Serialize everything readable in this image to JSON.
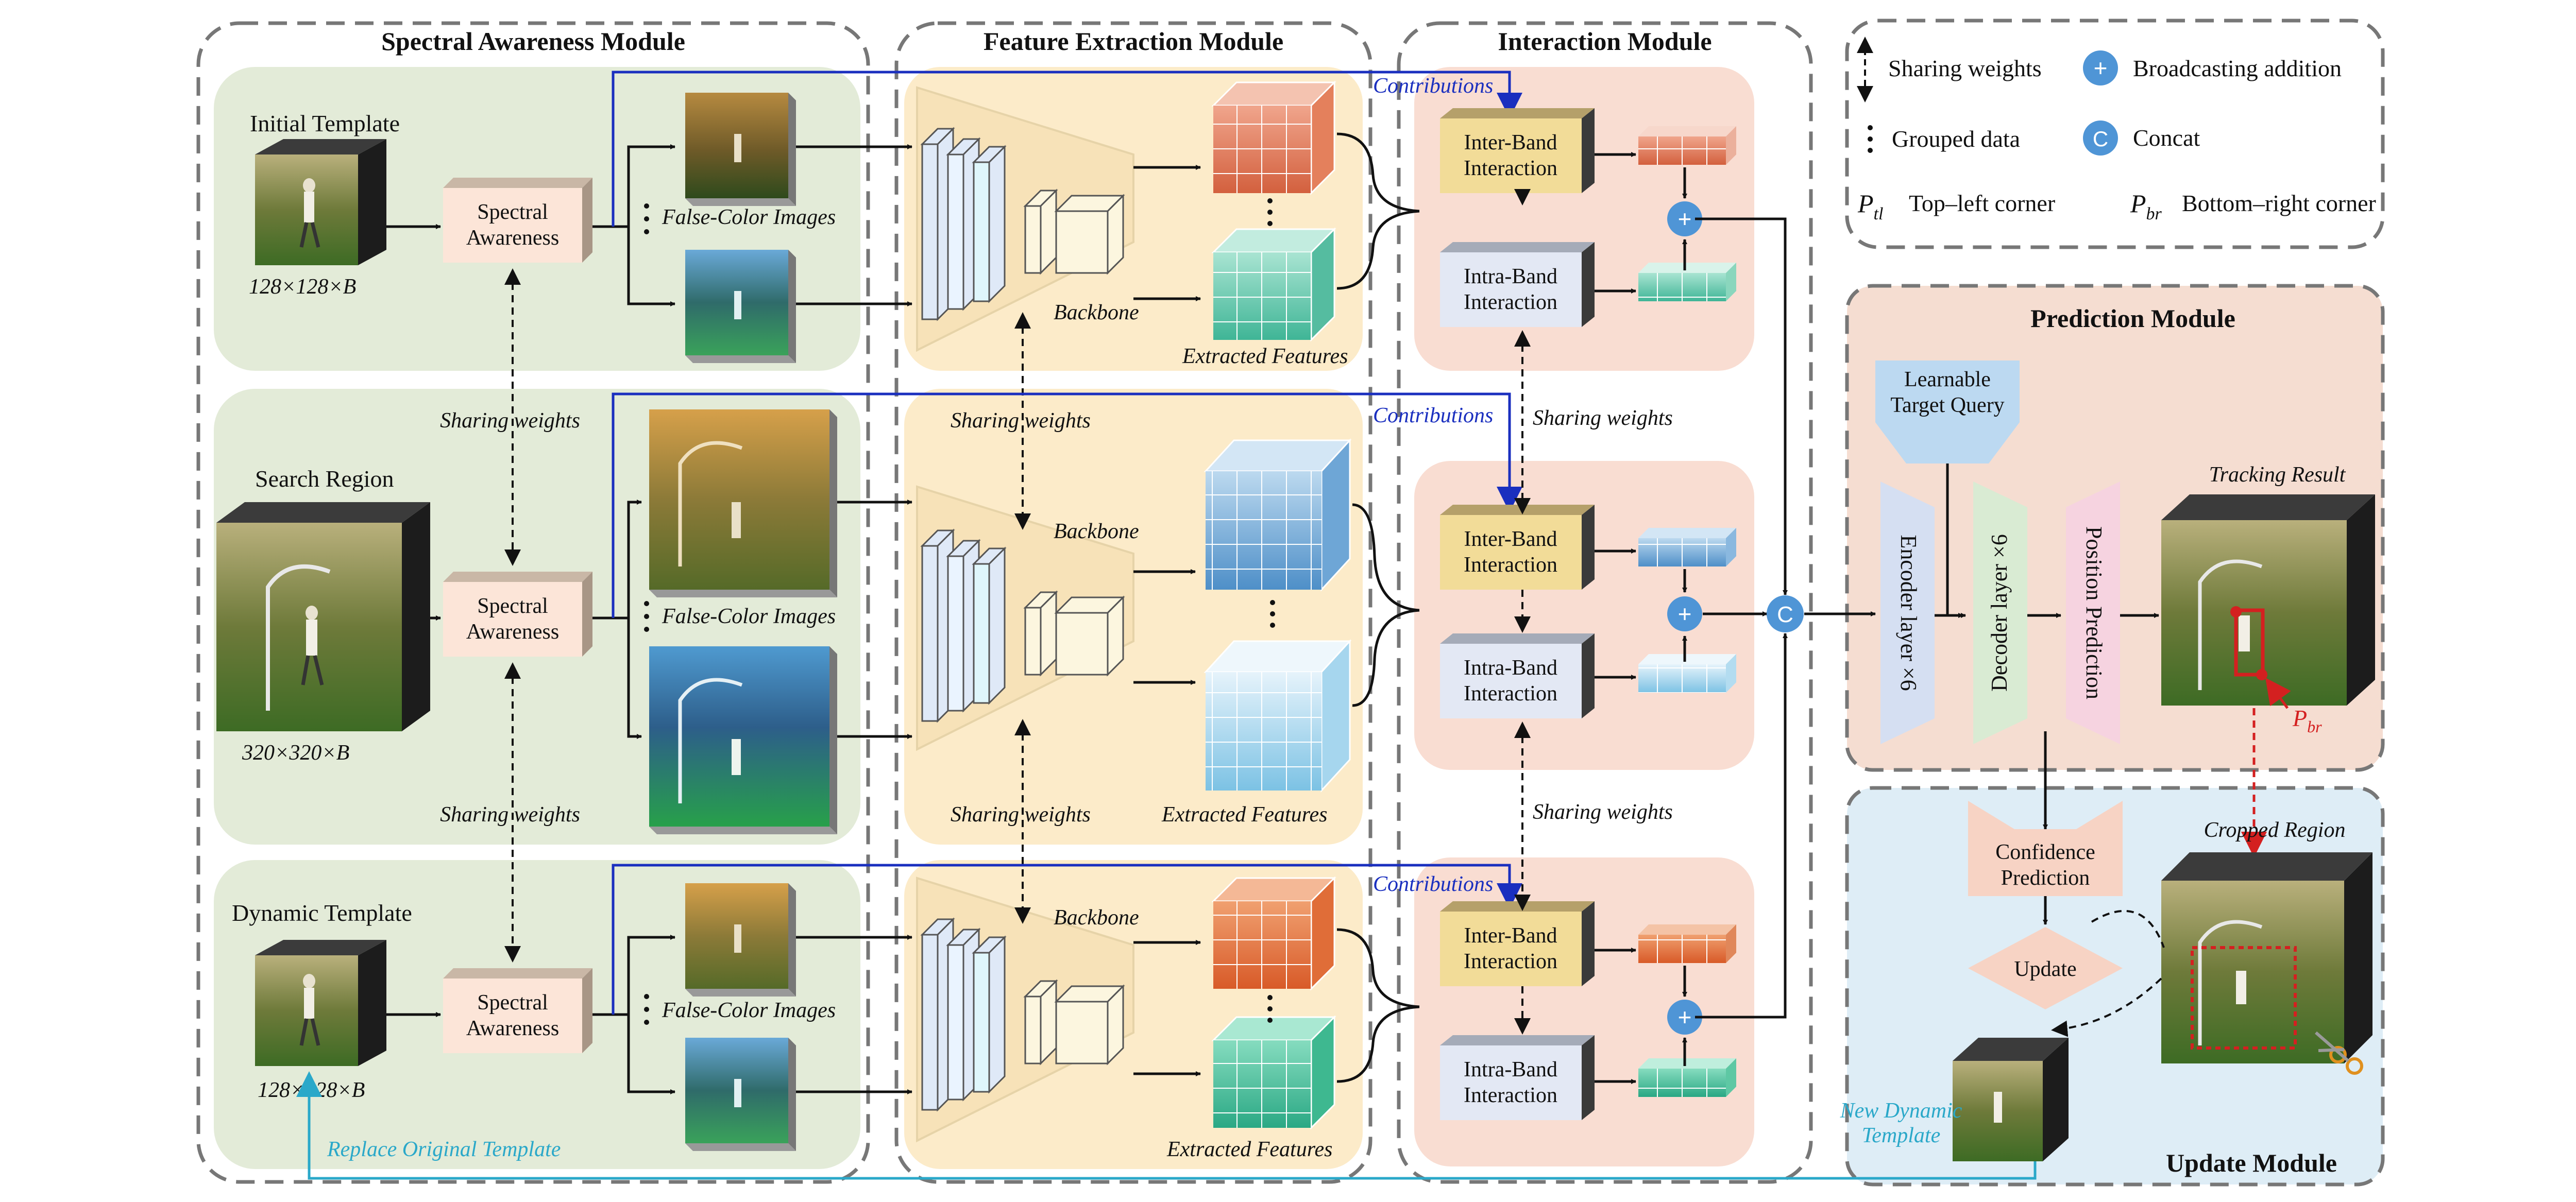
{
  "modules": {
    "spectral": "Spectral Awareness Module",
    "feature": "Feature Extraction Module",
    "interaction": "Interaction Module",
    "prediction": "Prediction Module",
    "update": "Update Module"
  },
  "legend": {
    "sharing": "Sharing weights",
    "broadcast": "Broadcasting addition",
    "grouped": "Grouped data",
    "concat": "Concat",
    "ptl_label": "Top–left corner",
    "pbr_label": "Bottom–right corner",
    "ptl_main": "P",
    "ptl_sub": "tl",
    "pbr_main": "P",
    "pbr_sub": "br",
    "plus": "+",
    "c": "C"
  },
  "inputs": {
    "initial": "Initial Template",
    "initial_dim": "128×128×B",
    "search": "Search Region",
    "search_dim": "320×320×B",
    "dynamic": "Dynamic Template",
    "dynamic_dim": "128×128×B"
  },
  "spectral_block": {
    "line1": "Spectral",
    "line2": "Awareness"
  },
  "labels": {
    "false_color": "False-Color Images",
    "sharing": "Sharing weights",
    "backbone": "Backbone",
    "extracted": "Extracted Features",
    "contributions": "Contributions",
    "inter1": "Inter-Band",
    "intra1": "Intra-Band",
    "interaction": "Interaction",
    "replace": "Replace Original Template",
    "new_dynamic1": "New Dynamic",
    "new_dynamic2": "Template"
  },
  "prediction": {
    "query1": "Learnable",
    "query2": "Target Query",
    "encoder": "Encoder layer ×6",
    "decoder": "Decoder layer ×6",
    "position": "Position Prediction",
    "tracking": "Tracking Result",
    "pbr": "P",
    "pbr_sub": "br"
  },
  "update": {
    "conf1": "Confidence",
    "conf2": "Prediction",
    "update": "Update",
    "cropped": "Cropped Region"
  },
  "colors": {
    "green_panel": "#e3ebd8",
    "yellow_panel": "#fcebc9",
    "pink_panel": "#f9ddd2",
    "pred_panel": "#f5ddd1",
    "update_panel": "#deedf6",
    "spectral_box": "#fce5d8",
    "inter_box": "#f2dc98",
    "intra_box": "#e3e8f4",
    "blue_accent": "#1a2fbf",
    "cyan_accent": "#2aa8c9",
    "red_accent": "#d42020"
  }
}
